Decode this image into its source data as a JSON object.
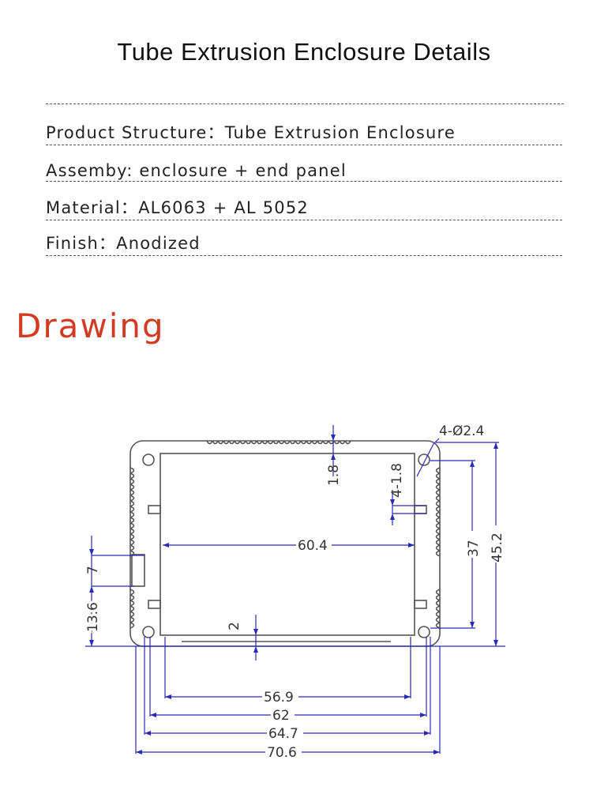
{
  "title": "Tube Extrusion Enclosure Details",
  "details": [
    {
      "label": "Product Structure",
      "value": "Tube Extrusion Enclosure"
    },
    {
      "label": "Assemby",
      "value": "enclosure + end panel"
    },
    {
      "label": "Material",
      "value": "AL6063 + AL 5052"
    },
    {
      "label": "Finish",
      "value": "Anodized"
    }
  ],
  "details_text": [
    "Product Structure：Tube Extrusion Enclosure",
    "Assemby:  enclosure + end panel",
    "Material：AL6063 + AL 5052",
    "Finish：Anodized"
  ],
  "section_heading": "Drawing",
  "colors": {
    "heading_accent": "#d23a22",
    "dimension_line": "#2a2ab8",
    "outline": "#555555"
  },
  "dimensions": {
    "hole_callout": "4-Ø2.4",
    "top_wall": "1.8",
    "slot": "4-1.8",
    "inner_width": "60.4",
    "boss_span_v": "37",
    "height": "45.2",
    "side_slot": "7",
    "side_slot_offset": "13.6",
    "bottom_wall": "2",
    "w1": "56.9",
    "w2": "62",
    "w3": "64.7",
    "width": "70.6"
  }
}
